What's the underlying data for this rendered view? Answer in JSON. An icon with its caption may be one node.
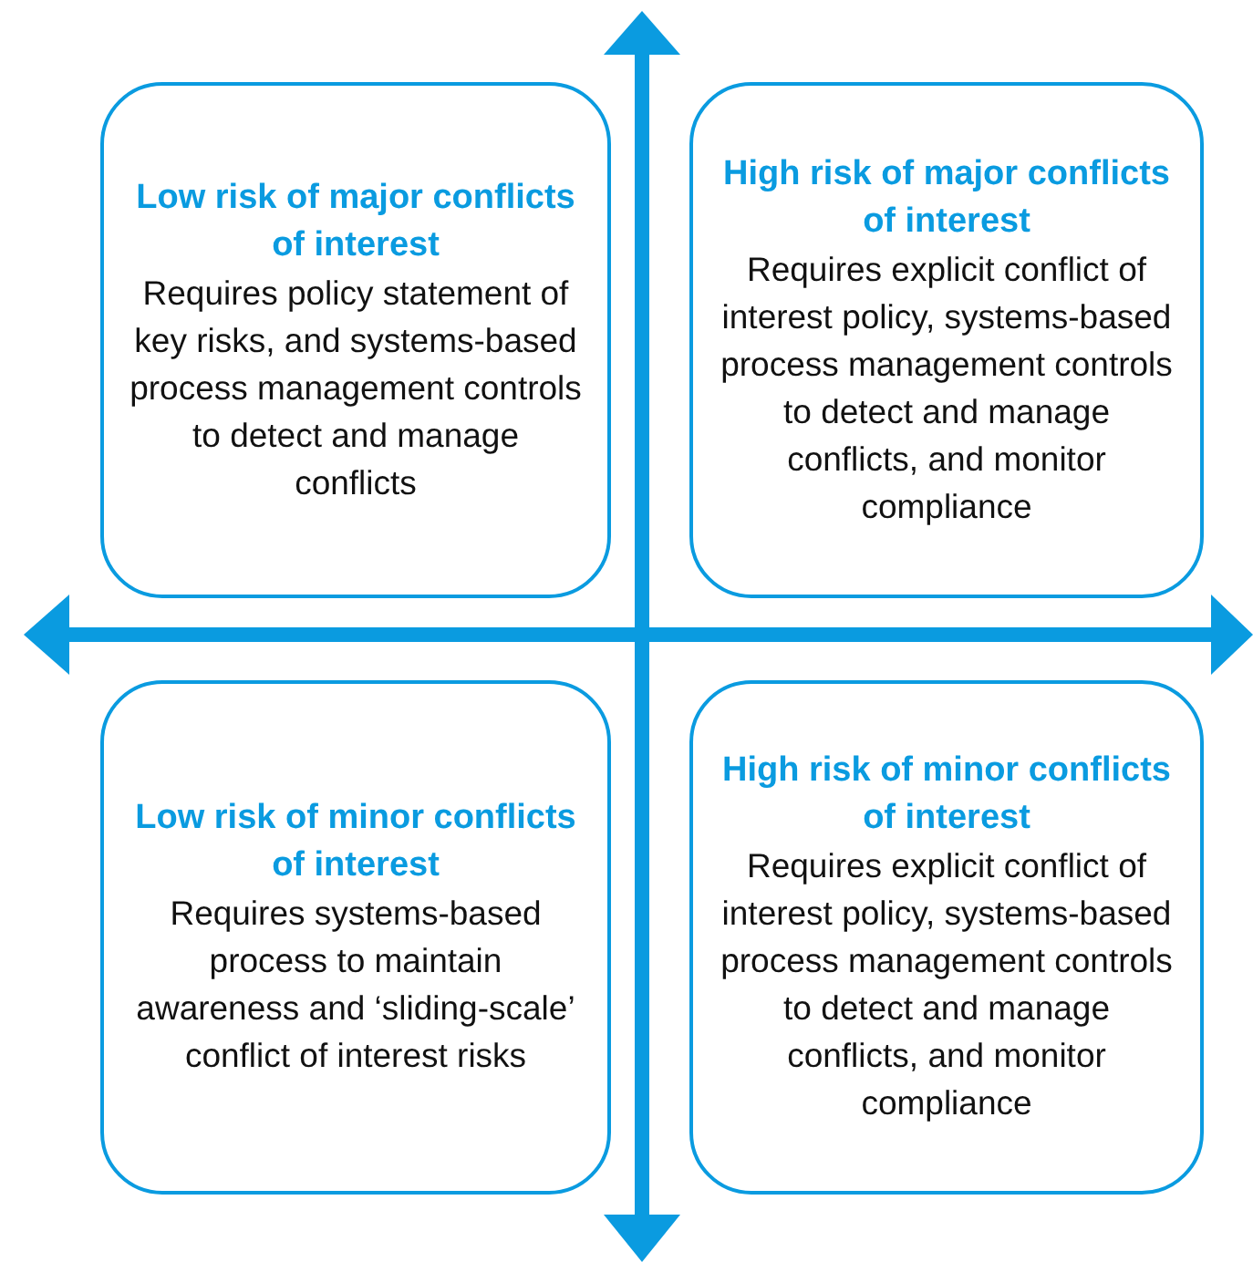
{
  "diagram": {
    "nodes": [
      {
        "text": [
          "Low risk of major conflicts of interest",
          "Requires policy statement of key risks, and systems-based process management controls to detect and manage conflicts"
        ]
      },
      {
        "text": [
          "High risk of major conflicts of interest",
          "Requires explicit conflict of interest policy, systems-based process management controls to detect and manage conflicts, and monitor compliance"
        ]
      },
      {
        "text": [
          "Low risk of minor conflicts of interest",
          "Requires systems-based process to maintain awareness and ‘sliding-scale’ conflict of interest risks"
        ]
      },
      {
        "text": [
          "High risk of minor conflicts of interest",
          "Requires explicit conflict of interest policy, systems-based process management controls to detect and manage conflicts, and monitor compliance"
        ]
      }
    ],
    "edges": []
  }
}
